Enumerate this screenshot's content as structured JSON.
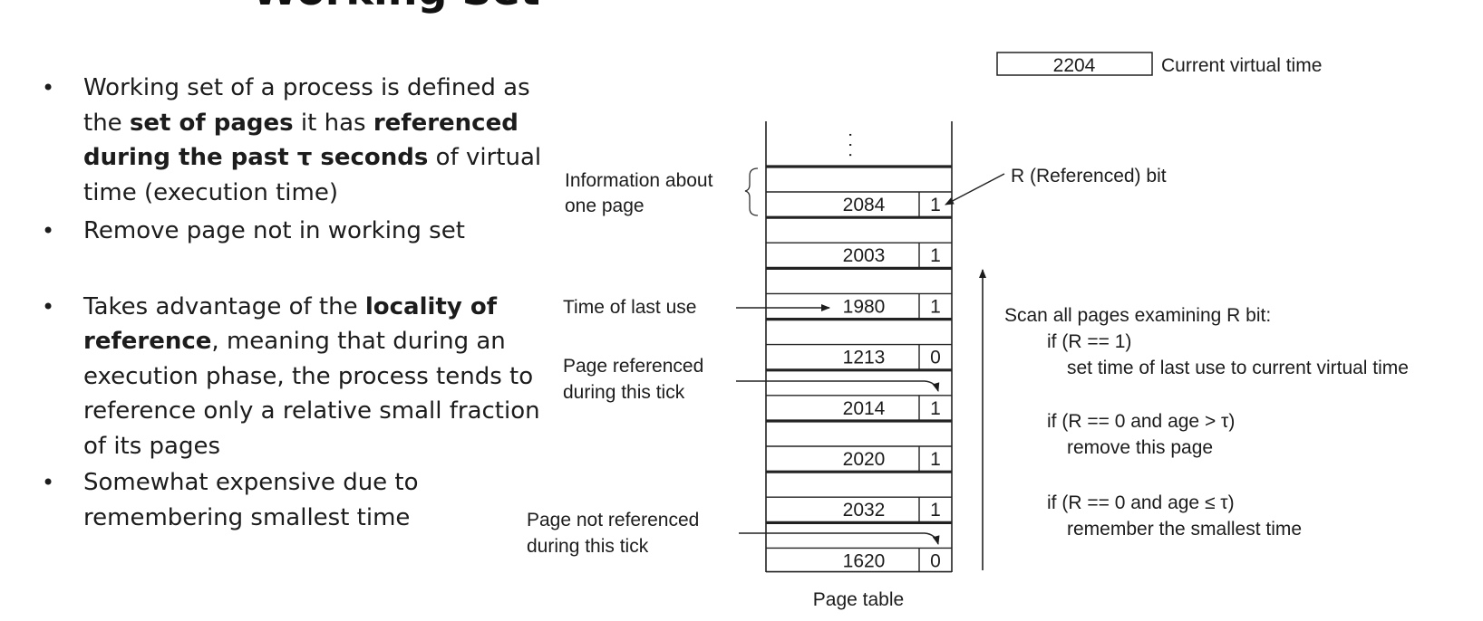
{
  "slide": {
    "title": "Working Set",
    "bullets": [
      {
        "parts": [
          "Working set of a process is defined as the ",
          "set of pages",
          " it has ",
          "referenced during the past τ seconds",
          " of virtual time (execution time)"
        ]
      },
      {
        "text": "Remove page not in working set"
      },
      {
        "parts": [
          "Takes advantage of the ",
          "locality of reference",
          ", meaning that during an execution phase, the process tends to reference only a relative small fraction of its pages"
        ]
      },
      {
        "text": "Somewhat expensive due to remembering smallest time"
      }
    ]
  },
  "diagram": {
    "current_time_value": "2204",
    "current_time_label": "Current virtual time",
    "dots": ". . .",
    "page_table_label": "Page table",
    "rows": [
      {
        "time": "2084",
        "r": "1"
      },
      {
        "time": "2003",
        "r": "1"
      },
      {
        "time": "1980",
        "r": "1"
      },
      {
        "time": "1213",
        "r": "0"
      },
      {
        "time": "2014",
        "r": "1"
      },
      {
        "time": "2020",
        "r": "1"
      },
      {
        "time": "2032",
        "r": "1"
      },
      {
        "time": "1620",
        "r": "0"
      }
    ],
    "labels": {
      "info_line1": "Information about",
      "info_line2": "one page",
      "r_bit": "R (Referenced) bit",
      "time_last_use": "Time of last use",
      "ref_line1": "Page referenced",
      "ref_line2": "during this tick",
      "notref_line1": "Page not referenced",
      "notref_line2": "during this tick"
    },
    "algorithm": [
      "Scan all pages examining R bit:",
      "if (R == 1)",
      "set time of last use to current virtual time",
      "if (R == 0 and age > τ)",
      "remove this page",
      "if (R == 0 and age ≤ τ)",
      "remember the smallest time"
    ]
  }
}
